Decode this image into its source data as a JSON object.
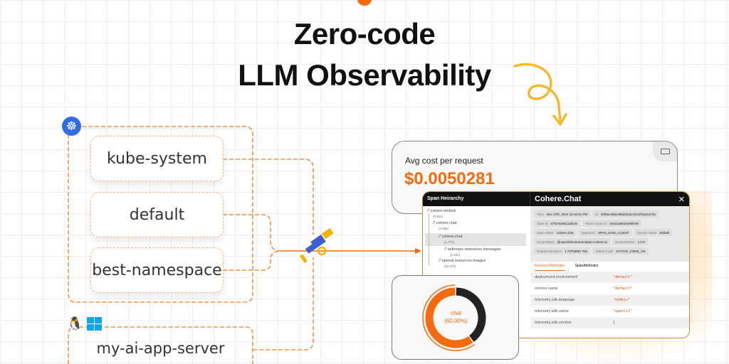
{
  "title": {
    "line1": "Zero-code",
    "line2": "LLM Observability"
  },
  "diagram": {
    "cluster_icon": "kubernetes-icon",
    "namespaces": [
      "kube-system",
      "default",
      "best-namespace"
    ],
    "server": {
      "label": "my-ai-app-server",
      "os_icons": [
        "linux-icon",
        "windows-icon",
        "apple-icon"
      ]
    },
    "collector_icon": "telescope-icon"
  },
  "colors": {
    "accent": "#f26b0f",
    "line": "#f7913d"
  },
  "cost_card": {
    "label": "Avg cost per request",
    "value": "$0.0050281",
    "icon": "money-icon"
  },
  "span_panel": {
    "hierarchy_title": "Span Heirarchy",
    "spans": [
      {
        "name": "cohere.embed",
        "duration": "(0.91s)"
      },
      {
        "name": "cohere.chat",
        "duration": "(2.56s)"
      },
      {
        "name": "cohere.chat",
        "duration": "(1.77s)"
      },
      {
        "name": "anthropic.resources.messages",
        "duration": "(1.02s)"
      },
      {
        "name": "openai.resources.images",
        "duration": "(12.47s)"
      }
    ],
    "detail_title": "Cohere.Chat",
    "close_icon": "close-icon",
    "fields": [
      {
        "k": "Time",
        "v": "Dec 27th, 2024 18:16:01 PM"
      },
      {
        "k": "Id",
        "v": "94f9ac455c288d32d1c3442f16a1a72a"
      },
      {
        "k": "Span Id",
        "v": "e7f27ac8512af215"
      },
      {
        "k": "Parent Span Id",
        "v": "c0141a9523406f106"
      },
      {
        "k": "Span Name",
        "v": "cohere.chat"
      },
      {
        "k": "SpanKind",
        "v": "SPAN_KIND_CLIENT"
      },
      {
        "k": "Service Name",
        "v": "default"
      },
      {
        "k": "ScopeName",
        "v": "@openlit/instrumentation-cohere-ai"
      },
      {
        "k": "ScopeVersion",
        "v": "1.0.0"
      },
      {
        "k": "Request Duration",
        "v": "1.76753867 50s"
      },
      {
        "k": "Status Code",
        "v": "STATUS_CODE_OK"
      }
    ],
    "tabs": [
      "ResourceAttributes",
      "SpanAttributes"
    ],
    "attributes": [
      {
        "k": "deployment.environment",
        "v": "\"default\""
      },
      {
        "k": "service.name",
        "v": "\"default\""
      },
      {
        "k": "telemetry.sdk.language",
        "v": "\"nodejs\""
      },
      {
        "k": "telemetry.sdk.name",
        "v": "\"openlit\""
      },
      {
        "k": "telemetry.sdk.version",
        "v": "1"
      }
    ]
  },
  "donut": {
    "label": "chat",
    "percent_text": "(60.00%)",
    "value": 60
  }
}
